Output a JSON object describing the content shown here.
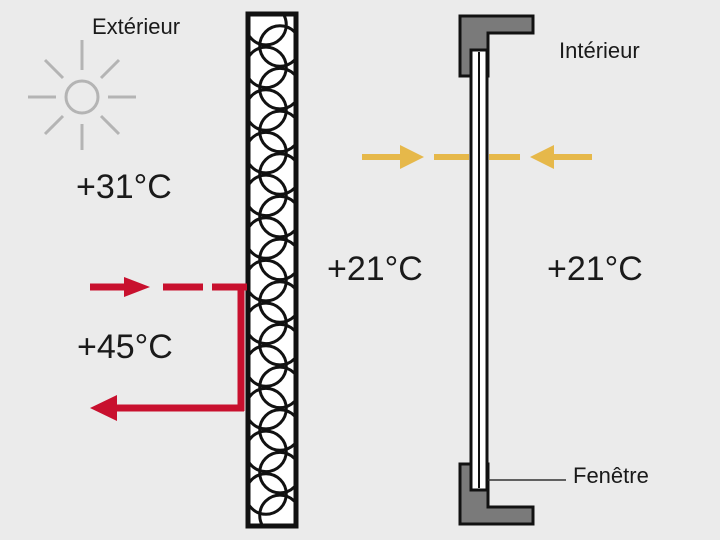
{
  "labels": {
    "exterior": "Extérieur",
    "interior": "Intérieur",
    "window": "Fenêtre",
    "temp_outside_air": "+31°C",
    "temp_outside_surface": "+45°C",
    "temp_wall_inner": "+21°C",
    "temp_room": "+21°C"
  },
  "colors": {
    "background": "#ebebeb",
    "red_arrow": "#c8102e",
    "yellow_arrow": "#e6b84a",
    "sun": "#b4b4b4",
    "window_frame": "#7a7a7a",
    "text": "#1a1a1a"
  },
  "icons": {
    "sun": "sun-icon",
    "heat_reflected": "red-arrow-icon",
    "heat_through_window": "yellow-arrow-icon"
  }
}
